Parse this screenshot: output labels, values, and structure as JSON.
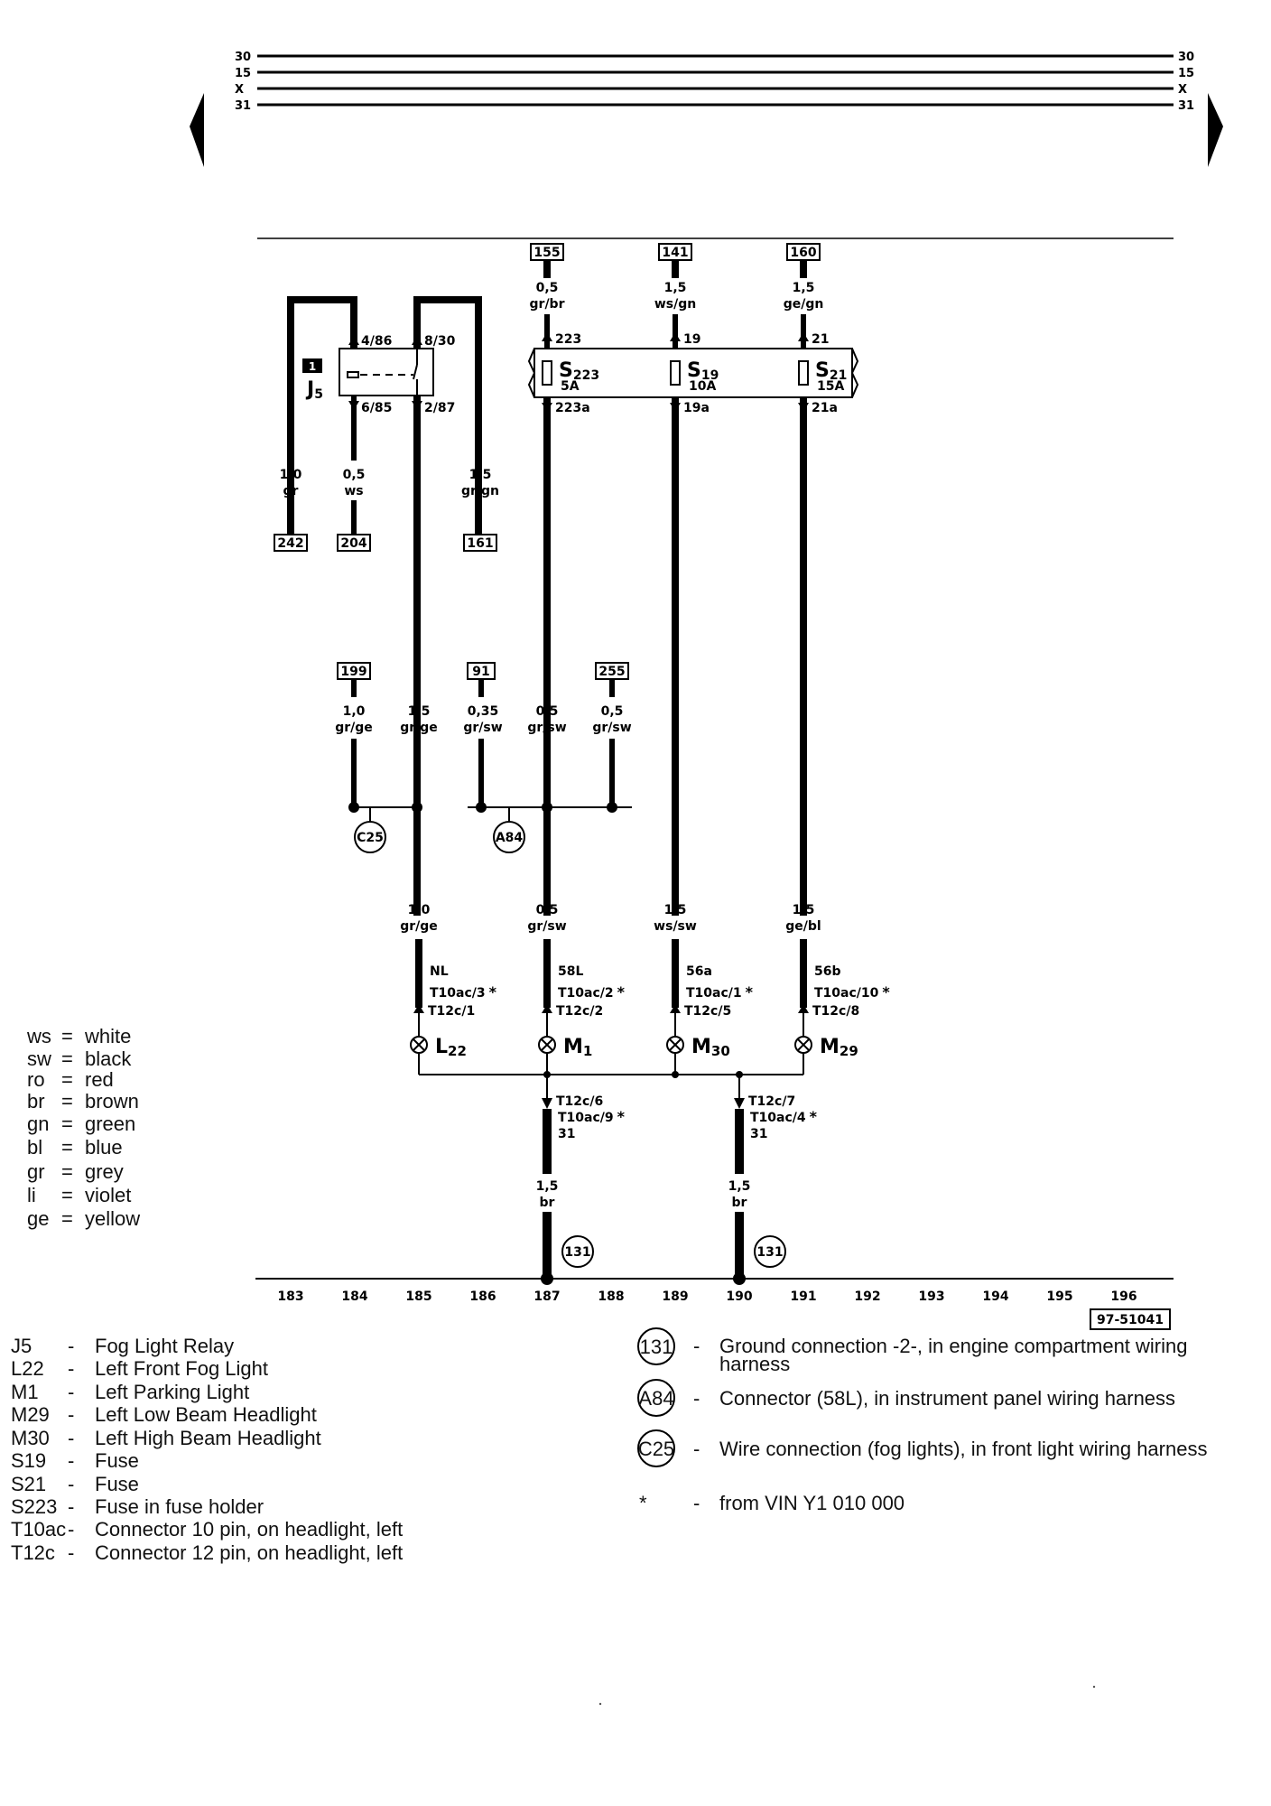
{
  "rails": [
    "30",
    "15",
    "X",
    "31"
  ],
  "top_refs": [
    "155",
    "141",
    "160"
  ],
  "top_wires": [
    {
      "gauge": "0,5",
      "color": "gr/br",
      "pin_in": "223",
      "pin_out": "223a"
    },
    {
      "gauge": "1,5",
      "color": "ws/gn",
      "pin_in": "19",
      "pin_out": "19a"
    },
    {
      "gauge": "1,5",
      "color": "ge/gn",
      "pin_in": "21",
      "pin_out": "21a"
    }
  ],
  "fuses": [
    {
      "name": "S",
      "sub": "223",
      "amp": "5A"
    },
    {
      "name": "S",
      "sub": "19",
      "amp": "10A"
    },
    {
      "name": "S",
      "sub": "21",
      "amp": "15A"
    }
  ],
  "relay": {
    "badge": "1",
    "name": "J",
    "sub": "5",
    "pins": [
      "4/86",
      "8/30",
      "6/85",
      "2/87"
    ]
  },
  "relay_wires": [
    {
      "gauge": "1,0",
      "color": "gr",
      "ref": "242"
    },
    {
      "gauge": "0,5",
      "color": "ws",
      "ref": "204"
    },
    {
      "gauge": "1,5",
      "color": "gr/gn",
      "ref": "161"
    }
  ],
  "mid_refs": [
    "199",
    "91",
    "255"
  ],
  "mid_wires": [
    {
      "gauge": "1,0",
      "color": "gr/ge"
    },
    {
      "gauge": "1,5",
      "color": "gr/ge"
    },
    {
      "gauge": "0,35",
      "color": "gr/sw"
    },
    {
      "gauge": "0,5",
      "color": "gr/sw"
    },
    {
      "gauge": "0,5",
      "color": "gr/sw"
    }
  ],
  "junctions": [
    "C25",
    "A84"
  ],
  "lower_wires": [
    {
      "gauge": "1,0",
      "color": "gr/ge",
      "term": "NL",
      "t10": "T10ac/3",
      "t12": "T12c/1"
    },
    {
      "gauge": "0,5",
      "color": "gr/sw",
      "term": "58L",
      "t10": "T10ac/2",
      "t12": "T12c/2"
    },
    {
      "gauge": "1,5",
      "color": "ws/sw",
      "term": "56a",
      "t10": "T10ac/1",
      "t12": "T12c/5"
    },
    {
      "gauge": "1,5",
      "color": "ge/bl",
      "term": "56b",
      "t10": "T10ac/10",
      "t12": "T12c/8"
    }
  ],
  "asterisk": "*",
  "lamps": [
    {
      "name": "L",
      "sub": "22"
    },
    {
      "name": "M",
      "sub": "1"
    },
    {
      "name": "M",
      "sub": "30"
    },
    {
      "name": "M",
      "sub": "29"
    }
  ],
  "ground_wires": [
    {
      "t12": "T12c/6",
      "t10": "T10ac/9",
      "term": "31",
      "gauge": "1,5",
      "color": "br",
      "ground": "131"
    },
    {
      "t12": "T12c/7",
      "t10": "T10ac/4",
      "term": "31",
      "gauge": "1,5",
      "color": "br",
      "ground": "131"
    }
  ],
  "track_numbers": [
    "183",
    "184",
    "185",
    "186",
    "187",
    "188",
    "189",
    "190",
    "191",
    "192",
    "193",
    "194",
    "195",
    "196"
  ],
  "diagram_id": "97-51041",
  "color_legend": [
    {
      "code": "ws",
      "eq": "=",
      "name": "white"
    },
    {
      "code": "sw",
      "eq": "=",
      "name": "black"
    },
    {
      "code": "ro",
      "eq": "=",
      "name": "red"
    },
    {
      "code": "br",
      "eq": "=",
      "name": "brown"
    },
    {
      "code": "gn",
      "eq": "=",
      "name": "green"
    },
    {
      "code": "bl",
      "eq": "=",
      "name": "blue"
    },
    {
      "code": "gr",
      "eq": "=",
      "name": "grey"
    },
    {
      "code": "li",
      "eq": "=",
      "name": "violet"
    },
    {
      "code": "ge",
      "eq": "=",
      "name": "yellow"
    }
  ],
  "components_legend": [
    {
      "code": "J5",
      "dash": "-",
      "desc": "Fog Light Relay"
    },
    {
      "code": "L22",
      "dash": "-",
      "desc": "Left Front Fog Light"
    },
    {
      "code": "M1",
      "dash": "-",
      "desc": "Left Parking Light"
    },
    {
      "code": "M29",
      "dash": "-",
      "desc": "Left Low Beam Headlight"
    },
    {
      "code": "M30",
      "dash": "-",
      "desc": "Left High Beam Headlight"
    },
    {
      "code": "S19",
      "dash": "-",
      "desc": "Fuse"
    },
    {
      "code": "S21",
      "dash": "-",
      "desc": "Fuse"
    },
    {
      "code": "S223",
      "dash": "-",
      "desc": "Fuse in fuse holder"
    },
    {
      "code": "T10ac",
      "dash": "-",
      "desc": "Connector 10 pin, on headlight, left"
    },
    {
      "code": "T12c",
      "dash": "-",
      "desc": "Connector 12 pin, on headlight, left"
    }
  ],
  "connections_legend": [
    {
      "symbol": "131",
      "dash": "-",
      "desc": [
        "Ground connection -2-, in engine compartment wiring",
        "harness"
      ]
    },
    {
      "symbol": "A84",
      "dash": "-",
      "desc": [
        "Connector (58L), in instrument panel wiring harness"
      ]
    },
    {
      "symbol": "C25",
      "dash": "-",
      "desc": [
        "Wire connection (fog lights), in front light wiring harness"
      ]
    },
    {
      "symbol": "*",
      "dash": "-",
      "desc": [
        "from VIN Y1 010 000"
      ]
    }
  ]
}
